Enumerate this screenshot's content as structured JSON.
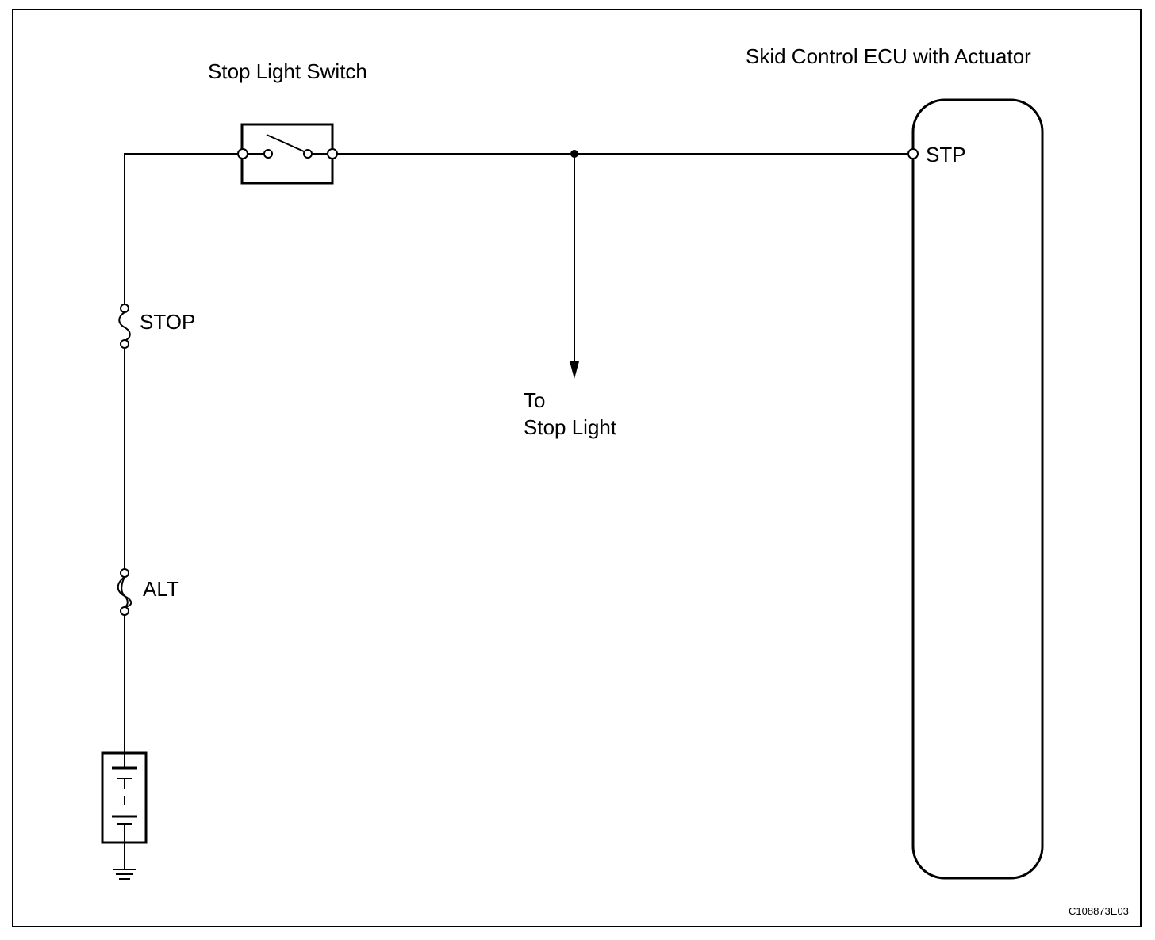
{
  "diagram": {
    "labels": {
      "stop_light_switch": "Stop Light Switch",
      "ecu": "Skid Control ECU with Actuator",
      "stp_terminal": "STP",
      "stop_fuse": "STOP",
      "alt_fuse": "ALT",
      "to_line1": "To",
      "to_line2": "Stop Light",
      "figure_code": "C108873E03"
    },
    "icons": {
      "switch": "switch-open-icon",
      "stop_fuse": "fuse-icon",
      "alt_fuse": "fusible-link-icon",
      "battery": "battery-icon",
      "ground": "ground-icon",
      "arrow": "arrow-down-icon",
      "junction": "junction-dot-icon"
    },
    "colors": {
      "line": "#000000",
      "background": "#ffffff"
    }
  }
}
